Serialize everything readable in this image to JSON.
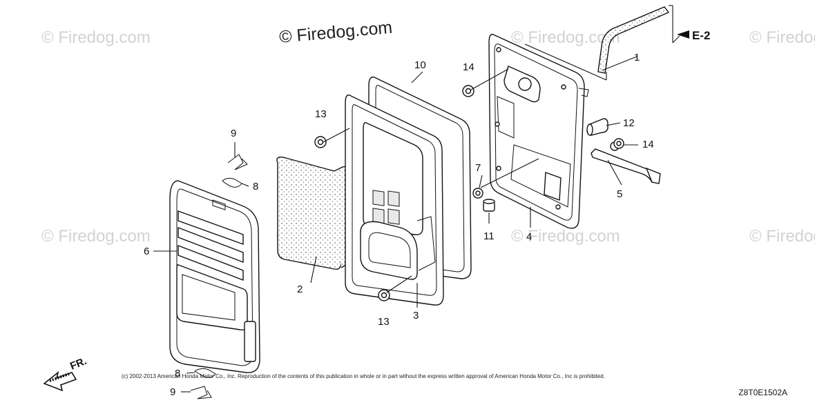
{
  "watermark": {
    "main": "© Firedog.com",
    "faint": "© Firedog.com"
  },
  "callouts": [
    "1",
    "2",
    "3",
    "4",
    "5",
    "6",
    "7",
    "8",
    "8",
    "9",
    "9",
    "10",
    "11",
    "12",
    "13",
    "13",
    "14",
    "14"
  ],
  "reference": {
    "label": "E-2"
  },
  "direction": {
    "label": "FR."
  },
  "footer": {
    "copyright": "(c) 2002-2013 American Honda Motor Co., Inc. Reproduction of the contents of this publication in whole or in part without the express written approval of American Honda Motor Co., Inc is prohibited.",
    "drawing_code": "Z8T0E1502A"
  }
}
